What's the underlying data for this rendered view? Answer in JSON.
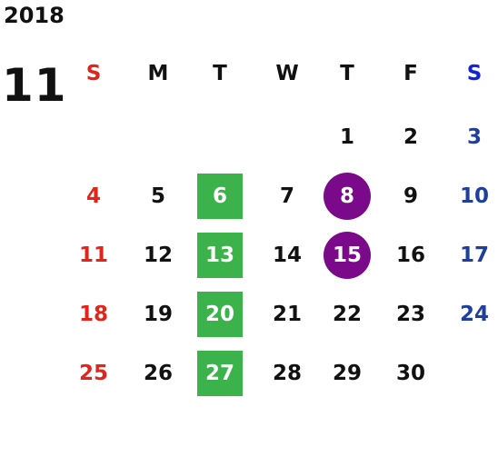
{
  "calendar": {
    "year": "2018",
    "month": "11",
    "weekdays": [
      "S",
      "M",
      "T",
      "W",
      "T",
      "F",
      "S"
    ],
    "weeks": [
      [
        "",
        "",
        "",
        "",
        "1",
        "2",
        "3"
      ],
      [
        "4",
        "5",
        "6",
        "7",
        "8",
        "9",
        "10"
      ],
      [
        "11",
        "12",
        "13",
        "14",
        "15",
        "16",
        "17"
      ],
      [
        "18",
        "19",
        "20",
        "21",
        "22",
        "23",
        "24"
      ],
      [
        "25",
        "26",
        "27",
        "28",
        "29",
        "30",
        ""
      ]
    ],
    "highlight_square_days": [
      "6",
      "13",
      "20",
      "27"
    ],
    "highlight_circle_days": [
      "8",
      "15"
    ],
    "colors": {
      "sunday": "#e0261c",
      "saturday_header": "#1324d4",
      "saturday": "#1e3f9e",
      "default": "#111111",
      "square_highlight": "#3cb34a",
      "circle_highlight": "#7a0a8a",
      "highlight_text": "#ffffff"
    }
  }
}
